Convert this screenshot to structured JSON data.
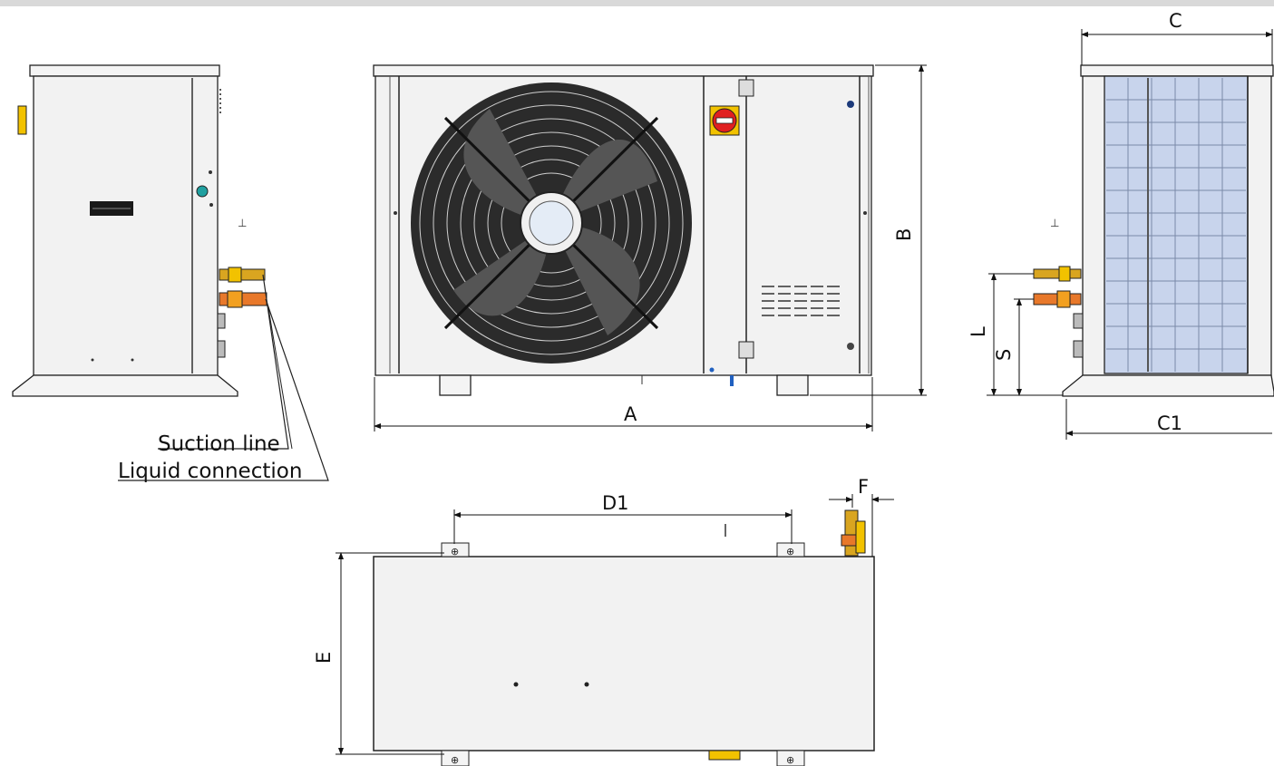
{
  "callouts": {
    "suction_line": "Suction line",
    "liquid_connection": "Liquid connection"
  },
  "dimensions": {
    "A": "A",
    "B": "B",
    "C": "C",
    "C1": "C1",
    "L": "L",
    "S": "S",
    "D1": "D1",
    "E": "E",
    "F": "F"
  },
  "colors": {
    "frame": "#e8e8e8",
    "outline": "#222222",
    "fan": "#2b2b2b",
    "switch_red": "#e02020",
    "switch_yellow": "#f2c200",
    "brass": "#d9a520",
    "copper": "#e8782a",
    "coil_blue": "#c8d4ec"
  }
}
